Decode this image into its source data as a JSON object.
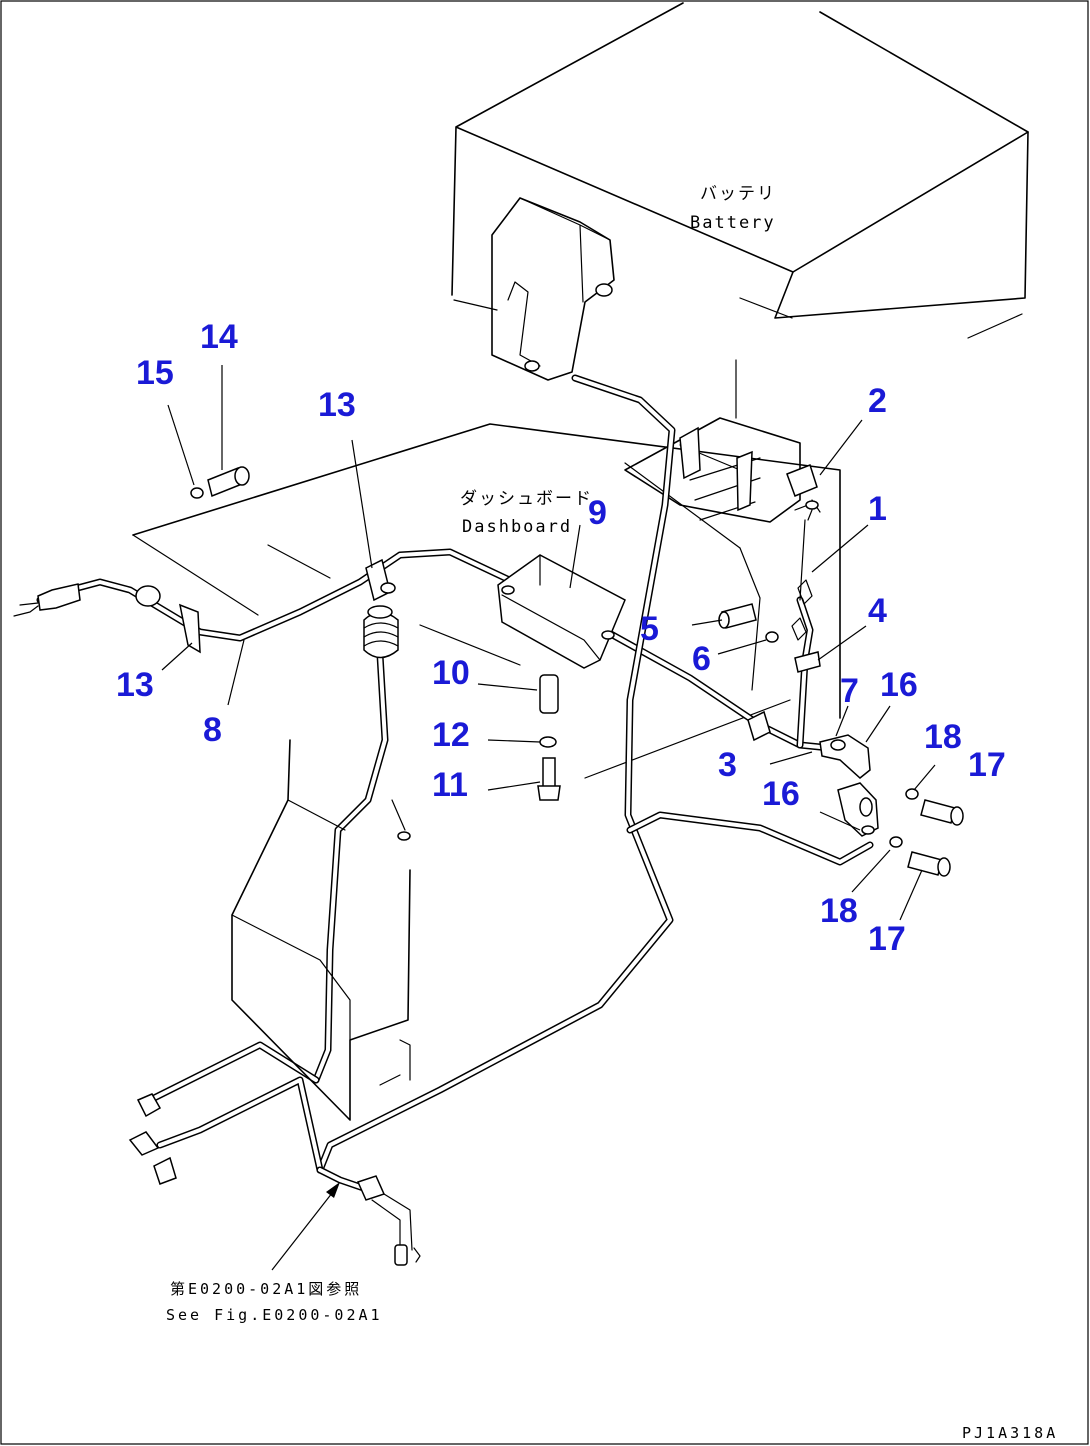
{
  "labels": {
    "battery_jp": "バッテリ",
    "battery_en": "Battery",
    "dashboard_jp": "ダッシュボード",
    "dashboard_en": "Dashboard",
    "see_fig_jp": "第E0200-02A1図参照",
    "see_fig_en": "See Fig.E0200-02A1"
  },
  "drawing_code": "PJ1A318A",
  "callouts": {
    "c1": "1",
    "c2": "2",
    "c3": "3",
    "c4": "4",
    "c5": "5",
    "c6": "6",
    "c7": "7",
    "c8": "8",
    "c9": "9",
    "c10": "10",
    "c11": "11",
    "c12": "12",
    "c13a": "13",
    "c13b": "13",
    "c14": "14",
    "c15": "15",
    "c16a": "16",
    "c16b": "16",
    "c17a": "17",
    "c17b": "17",
    "c18a": "18",
    "c18b": "18"
  },
  "colors": {
    "callout": "#1a1ad6",
    "line": "#000000",
    "background": "#ffffff"
  }
}
